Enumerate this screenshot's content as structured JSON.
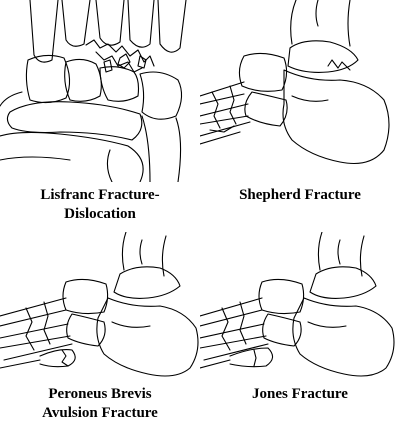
{
  "figure": {
    "panels": [
      {
        "id": "lisfranc",
        "caption_lines": [
          "Lisfranc Fracture-",
          "Dislocation"
        ]
      },
      {
        "id": "shepherd",
        "caption_lines": [
          "Shepherd Fracture"
        ]
      },
      {
        "id": "peroneus",
        "caption_lines": [
          "Peroneus Brevis",
          "Avulsion Fracture"
        ]
      },
      {
        "id": "jones",
        "caption_lines": [
          "Jones Fracture"
        ]
      }
    ]
  }
}
